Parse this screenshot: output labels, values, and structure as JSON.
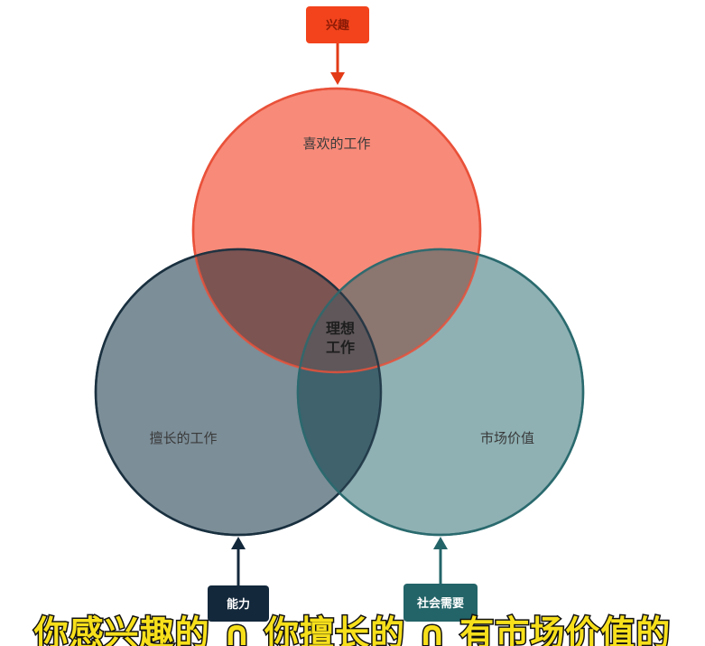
{
  "labels": {
    "top_tag": "兴趣",
    "left_tag": "能力",
    "right_tag": "社会需要"
  },
  "regions": {
    "top_circle": "喜欢的工作",
    "left_circle": "擅长的工作",
    "right_circle": "市场价值",
    "center_line1": "理想",
    "center_line2": "工作"
  },
  "subtitle": "你感兴趣的 ∩ 你擅长的 ∩ 有市场价值的",
  "colors": {
    "interest": "#f2431c",
    "ability": "#13283b",
    "society": "#236468",
    "top_fill": "#f88a79",
    "left_fill": "#7c8e98",
    "right_fill": "#8fb1b4",
    "subtitle_fill": "#f7e01b"
  }
}
